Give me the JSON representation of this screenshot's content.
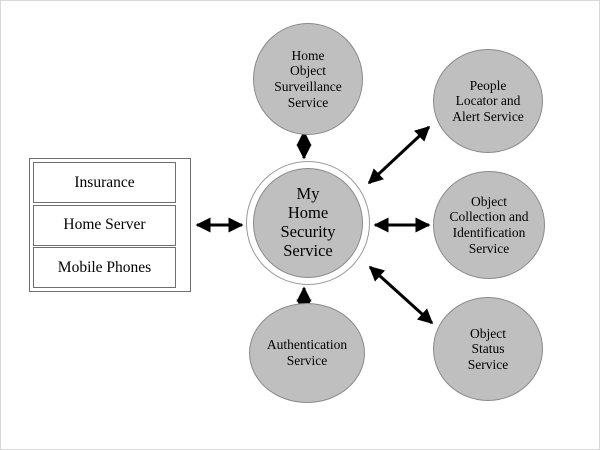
{
  "diagram": {
    "title": "My Home Security Service",
    "type": "service-architecture",
    "colors": {
      "node_fill": "#bfbfbf",
      "node_stroke": "#8a8a8a",
      "box_stroke": "#6f6f6f",
      "arrow": "#000000",
      "background": "#ffffff"
    },
    "center_node": {
      "id": "my-home-security-service",
      "label": "My\nHome\nSecurity\nService",
      "shape": "double-circle"
    },
    "service_nodes": [
      {
        "id": "home-object-surveillance-service",
        "label": "Home\nObject\nSurveillance\nService",
        "shape": "circle",
        "position": "top"
      },
      {
        "id": "people-locator-and-alert-service",
        "label": "People\nLocator and\nAlert Service",
        "shape": "circle",
        "position": "top-right"
      },
      {
        "id": "object-collection-and-identification-service",
        "label": "Object\nCollection and\nIdentification\nService",
        "shape": "circle",
        "position": "right"
      },
      {
        "id": "object-status-service",
        "label": "Object\nStatus\nService",
        "shape": "circle",
        "position": "bottom-right"
      },
      {
        "id": "authentication-service",
        "label": "Authentication\nService",
        "shape": "circle",
        "position": "bottom"
      }
    ],
    "client_group": {
      "id": "client-stack",
      "shape": "container-box",
      "items": [
        {
          "id": "insurance",
          "label": "Insurance"
        },
        {
          "id": "home-server",
          "label": "Home Server"
        },
        {
          "id": "mobile-phones",
          "label": "Mobile Phones"
        }
      ]
    },
    "connectors": [
      {
        "id": "client-stack-to-center",
        "from": "client-stack",
        "to": "my-home-security-service",
        "style": "double-headed-arrow",
        "orientation": "horizontal"
      },
      {
        "id": "center-to-home-object-surveillance",
        "from": "my-home-security-service",
        "to": "home-object-surveillance-service",
        "style": "double-headed-arrow",
        "orientation": "vertical"
      },
      {
        "id": "center-to-people-locator",
        "from": "my-home-security-service",
        "to": "people-locator-and-alert-service",
        "style": "double-headed-arrow",
        "orientation": "diagonal-up-right"
      },
      {
        "id": "center-to-object-collection",
        "from": "my-home-security-service",
        "to": "object-collection-and-identification-service",
        "style": "double-headed-arrow",
        "orientation": "horizontal"
      },
      {
        "id": "center-to-object-status",
        "from": "my-home-security-service",
        "to": "object-status-service",
        "style": "double-headed-arrow",
        "orientation": "diagonal-down-right"
      },
      {
        "id": "center-to-authentication",
        "from": "my-home-security-service",
        "to": "authentication-service",
        "style": "double-headed-arrow",
        "orientation": "vertical"
      }
    ]
  }
}
